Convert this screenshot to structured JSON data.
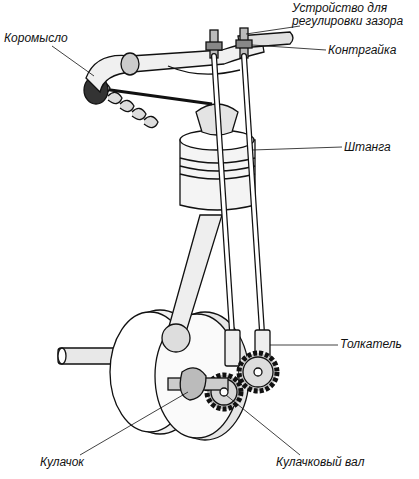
{
  "diagram": {
    "labels": [
      "Коромысло",
      "Устройство для регулировки зазора",
      "Контргайка",
      "Штанга",
      "Толкатель",
      "Кулачок",
      "Кулачковый вал"
    ]
  }
}
